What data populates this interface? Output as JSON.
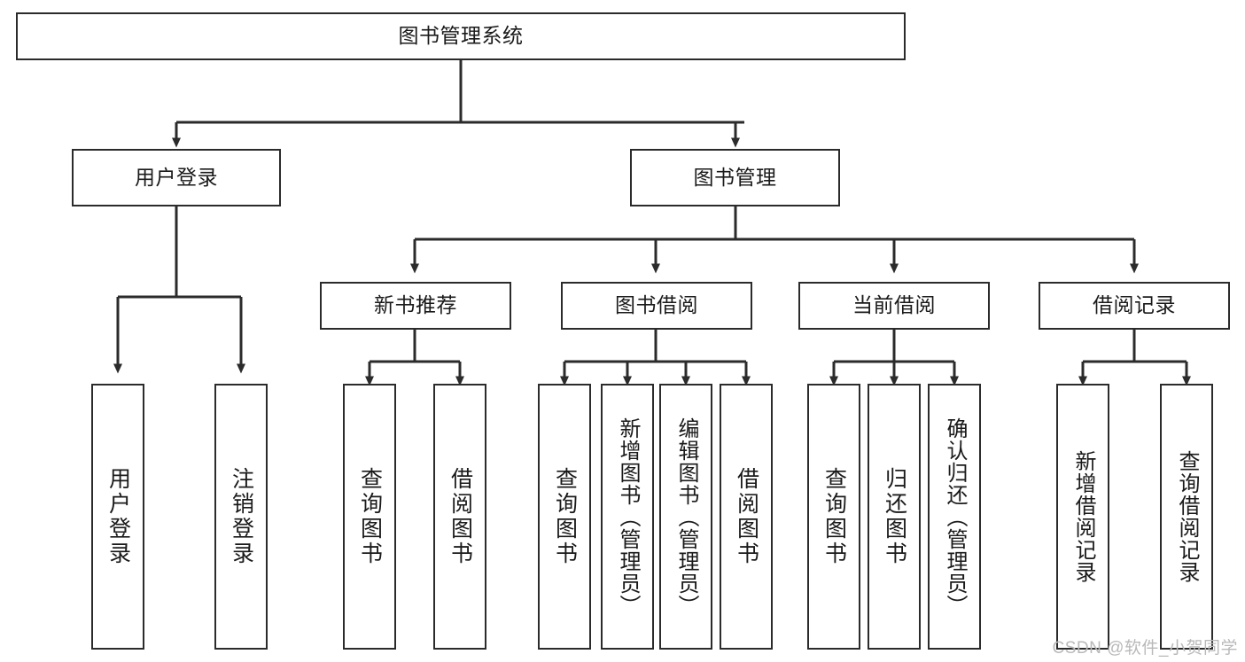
{
  "diagram": {
    "title": "图书管理系统",
    "type": "tree-hierarchy-chart",
    "root": {
      "label": "图书管理系统"
    },
    "level2": [
      {
        "label": "用户登录"
      },
      {
        "label": "图书管理"
      }
    ],
    "level3": [
      {
        "label": "新书推荐"
      },
      {
        "label": "图书借阅"
      },
      {
        "label": "当前借阅"
      },
      {
        "label": "借阅记录"
      }
    ],
    "leaves": {
      "user_login": [
        {
          "label": "用户登录"
        },
        {
          "label": "注销登录"
        }
      ],
      "new_book_recommend": [
        {
          "label": "查询图书"
        },
        {
          "label": "借阅图书"
        }
      ],
      "book_borrow": [
        {
          "label": "查询图书"
        },
        {
          "label": "新增图书（管理员）"
        },
        {
          "label": "编辑图书（管理员）"
        },
        {
          "label": "借阅图书"
        }
      ],
      "current_borrow": [
        {
          "label": "查询图书"
        },
        {
          "label": "归还图书"
        },
        {
          "label": "确认归还（管理员）"
        }
      ],
      "borrow_record": [
        {
          "label": "新增借阅记录"
        },
        {
          "label": "查询借阅记录"
        }
      ]
    },
    "watermark": "CSDN @软件_小贺同学",
    "colors": {
      "line": "#2b2b2b",
      "box_fill": "#ffffff",
      "text": "#1a1a1a",
      "watermark": "#b9b9b9"
    }
  }
}
